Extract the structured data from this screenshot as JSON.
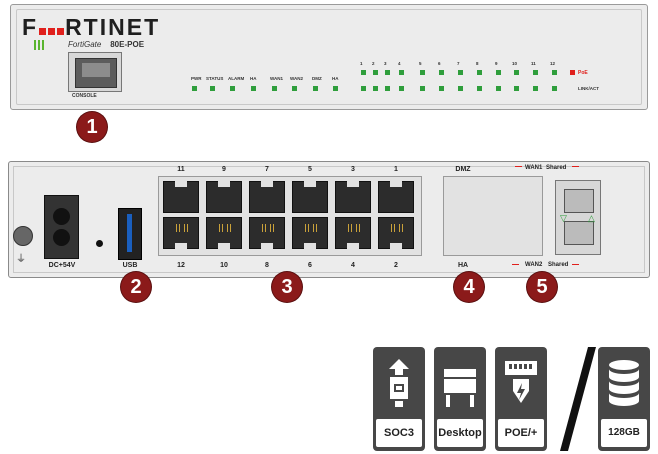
{
  "front": {
    "logo": "F RTINET",
    "model_brand": "FortiGate",
    "model_num": "80E-POE",
    "console_label": "CONSOLE",
    "status_labels": [
      "PWR",
      "STATUS",
      "ALARM",
      "HA",
      "WAN1",
      "WAN2",
      "DMZ"
    ],
    "port_numbers": [
      "1",
      "2",
      "3",
      "4",
      "5",
      "6",
      "7",
      "8",
      "9",
      "10",
      "11",
      "12"
    ],
    "link_act": "LINK/ACT",
    "poe_label": "PoE"
  },
  "back": {
    "dc_label": "DC+54V",
    "usb_label": "USB",
    "top_port_labels": [
      "11",
      "9",
      "7",
      "5",
      "3",
      "1"
    ],
    "bottom_port_labels": [
      "12",
      "10",
      "8",
      "6",
      "4",
      "2"
    ],
    "dmz_label": "DMZ",
    "ha_label": "HA",
    "wan1_label": "WAN1",
    "wan2_label": "WAN2",
    "shared_top": "Shared",
    "shared_bottom": "Shared"
  },
  "callouts": [
    "1",
    "2",
    "3",
    "4",
    "5"
  ],
  "icons": [
    {
      "name": "soc3",
      "label": "SOC3"
    },
    {
      "name": "desktop",
      "label": "Desktop"
    },
    {
      "name": "poe",
      "label": "POE/+"
    },
    {
      "name": "storage",
      "label": "128GB"
    }
  ],
  "colors": {
    "callout": "#8b1a1a",
    "led": "#2f9e3c",
    "brand_red": "#e0201c",
    "usb_blue": "#1a5fbf",
    "icon_bg": "#474747"
  }
}
